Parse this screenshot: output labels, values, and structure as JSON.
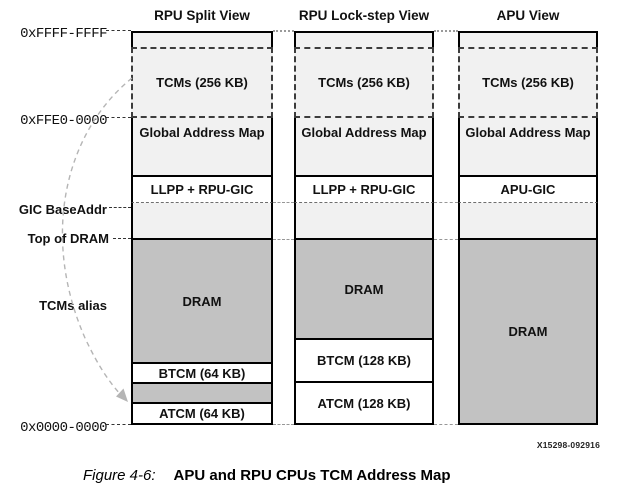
{
  "figure": {
    "watermark": "X15298-092916",
    "caption_label": "Figure 4-6:",
    "caption_title": "APU and RPU CPUs TCM Address Map"
  },
  "left_labels": {
    "addr_ffff_ffff": "0xFFFF-FFFF",
    "addr_ffe0_0000": "0xFFE0-0000",
    "gic_baseaddr": "GIC BaseAddr",
    "top_of_dram": "Top of DRAM",
    "tcms_alias": "TCMs alias",
    "addr_0000_0000": "0x0000-0000"
  },
  "columns": [
    {
      "title": "RPU Split View",
      "segments": {
        "tcms": "TCMs (256 KB)",
        "global_map": "Global Address Map",
        "gic": "LLPP + RPU-GIC",
        "dram": "DRAM",
        "btcm": "BTCM (64 KB)",
        "atcm": "ATCM (64 KB)"
      }
    },
    {
      "title": "RPU Lock-step View",
      "segments": {
        "tcms": "TCMs (256 KB)",
        "global_map": "Global Address Map",
        "gic": "LLPP + RPU-GIC",
        "dram": "DRAM",
        "btcm": "BTCM (128 KB)",
        "atcm": "ATCM (128 KB)"
      }
    },
    {
      "title": "APU View",
      "segments": {
        "tcms": "TCMs (256 KB)",
        "global_map": "Global Address Map",
        "gic": "APU-GIC",
        "dram": "DRAM"
      }
    }
  ],
  "colors": {
    "region_light": "#f1f1f1",
    "dram_gray": "#c2c2c2",
    "border_black": "#000000",
    "connector_gray": "#979797",
    "arrow_gray": "#b5b5b5"
  }
}
